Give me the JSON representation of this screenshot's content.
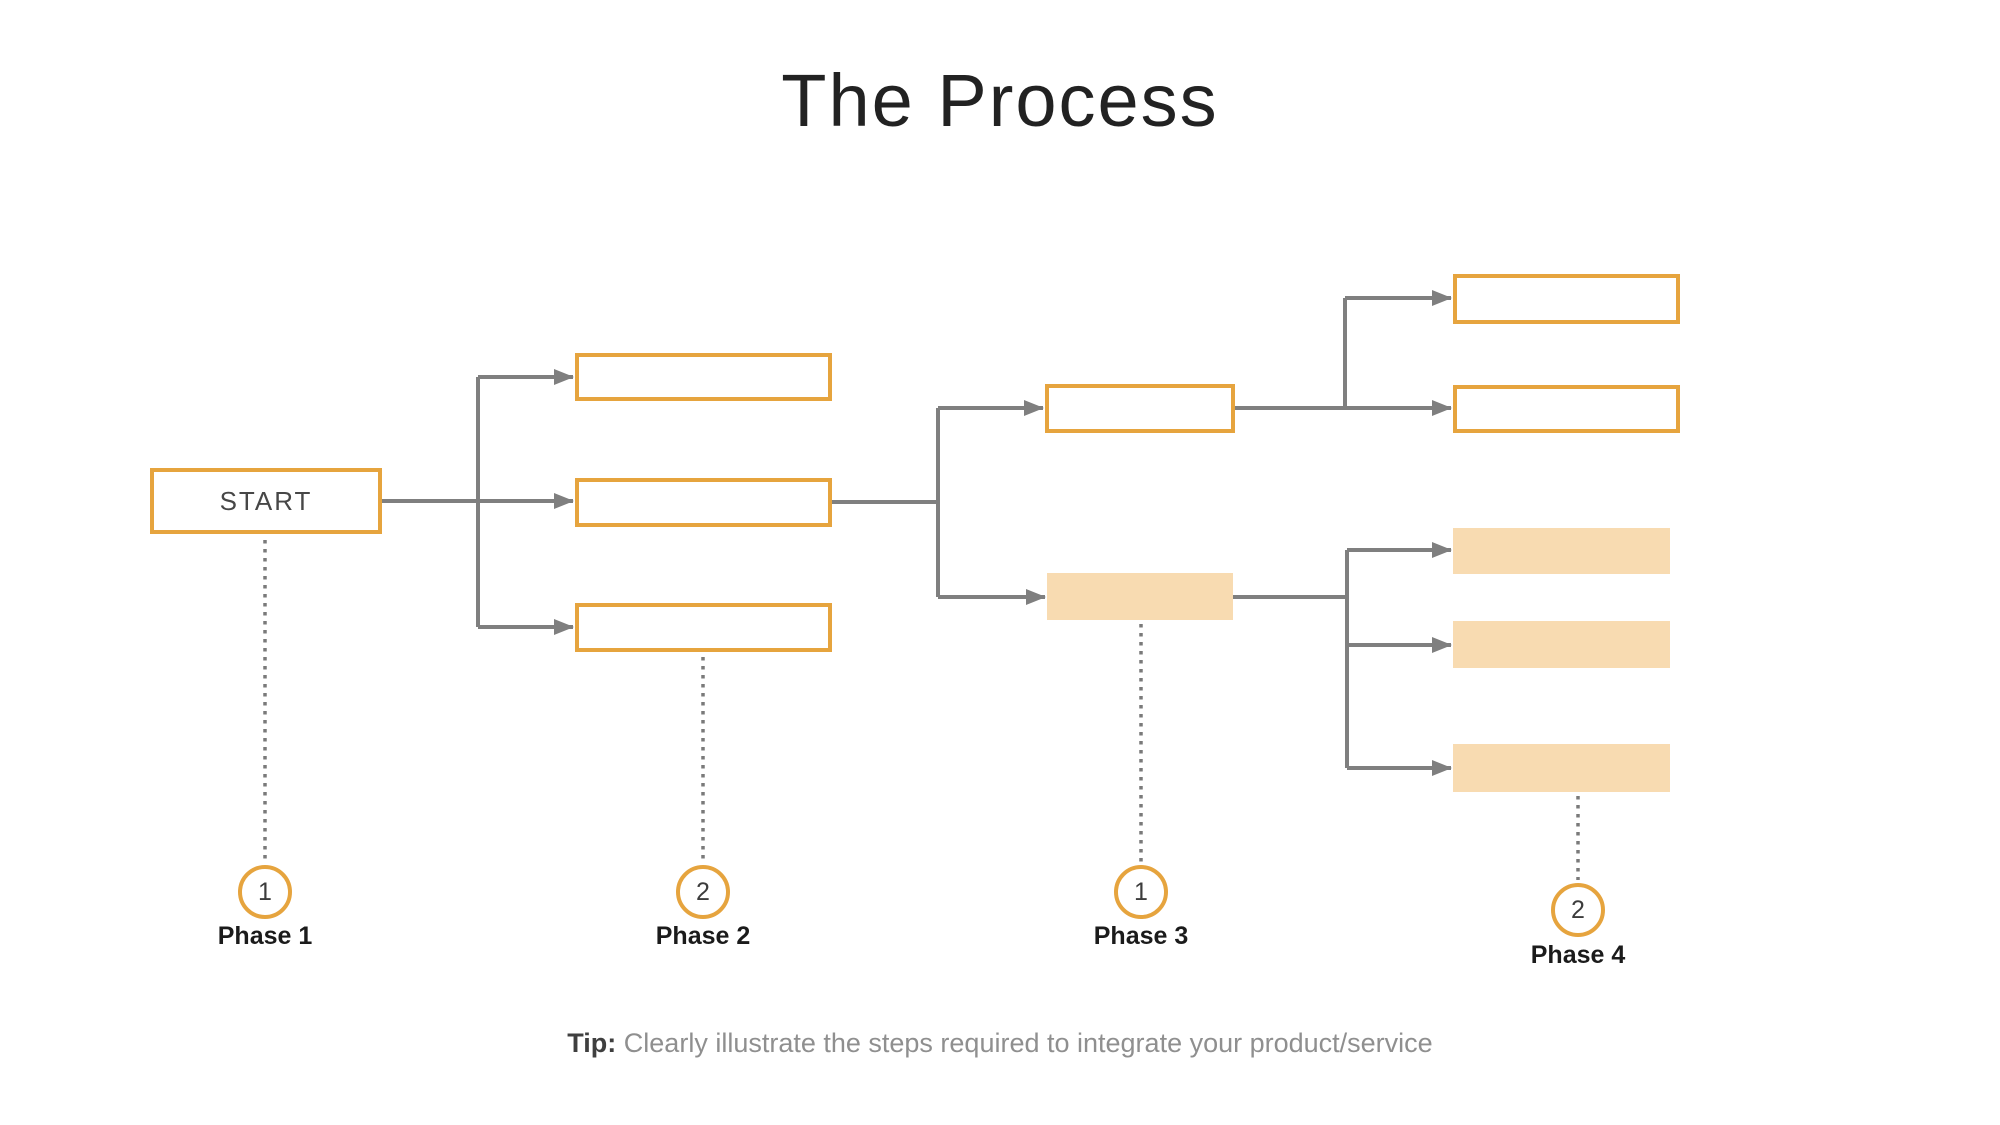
{
  "title": "The Process",
  "start": {
    "label": "START"
  },
  "phases": [
    {
      "number": "1",
      "label": "Phase 1"
    },
    {
      "number": "2",
      "label": "Phase 2"
    },
    {
      "number": "1",
      "label": "Phase 3"
    },
    {
      "number": "2",
      "label": "Phase 4"
    }
  ],
  "nodes": {
    "phase2_outlined_count": 3,
    "phase3_outlined_count": 1,
    "phase3_filled_count": 1,
    "phase4_outlined_count": 2,
    "phase4_filled_count": 3
  },
  "tip": {
    "label": "Tip:",
    "text": " Clearly illustrate the steps required to integrate your product/service"
  },
  "colors": {
    "accent_orange": "#E6A43E",
    "fill_peach": "#F8DBB1",
    "connector_gray": "#7F7F7F",
    "title_text": "#222222",
    "phase_label_text": "#1B1B1B",
    "tip_label_text": "#3F3F3F",
    "tip_body_text": "#8F8F8F"
  }
}
